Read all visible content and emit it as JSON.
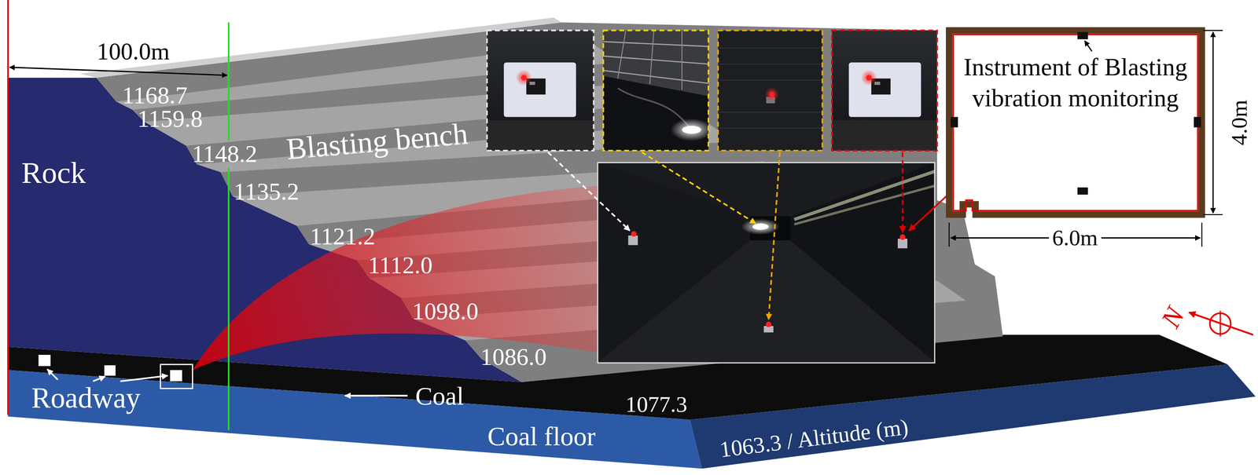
{
  "diagram": {
    "nodes": [
      {
        "text": [
          "Instrument of Blasting vibration monitoring"
        ]
      }
    ],
    "labels": [
      "100.0m",
      "1168.7",
      "1159.8",
      "Blasting bench",
      "1148.2",
      "Rock",
      "1135.2",
      "1121.2",
      "1112.0",
      "1098.0",
      "1086.0",
      "Roadway",
      "Coal",
      "1077.3",
      "Coal floor",
      "1063.3 / Altitude (m)",
      "4.0m",
      "6.0m",
      "N"
    ]
  }
}
